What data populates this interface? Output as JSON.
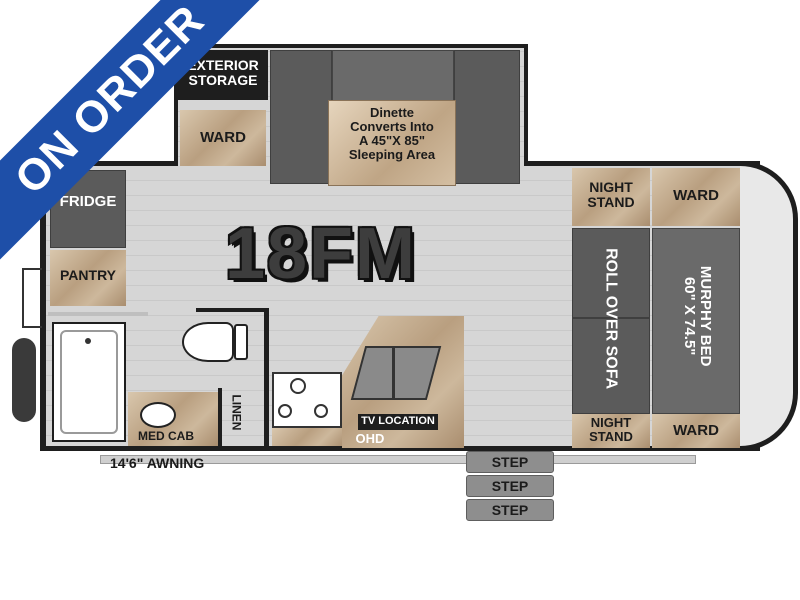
{
  "banner": {
    "text": "ON ORDER",
    "color": "#1e4fa8"
  },
  "model": {
    "name": "18FM"
  },
  "rooms": {
    "exterior_storage": "EXTERIOR\nSTORAGE",
    "ward_top_left": "WARD",
    "dinette": "Dinette\nConverts Into\nA 45\"X 85\"\nSleeping Area",
    "fridge": "FRIDGE",
    "pantry": "PANTRY",
    "night_stand_top": "NIGHT\nSTAND",
    "ward_top_right": "WARD",
    "murphy_bed": "MURPHY BED\n60\" X 74.5\"",
    "roll_over_sofa": "ROLL OVER SOFA",
    "night_stand_bottom": "NIGHT\nSTAND",
    "ward_bottom_right": "WARD",
    "linen": "LINEN",
    "med_cab": "MED CAB",
    "tv_location": "TV LOCATION",
    "ohd": "OHD"
  },
  "awning": {
    "label": "14'6\" AWNING"
  },
  "steps": [
    "STEP",
    "STEP",
    "STEP"
  ],
  "colors": {
    "wall": "#1e1e1e",
    "cushion": "#5b5b5b",
    "banner": "#1e4fa8"
  }
}
